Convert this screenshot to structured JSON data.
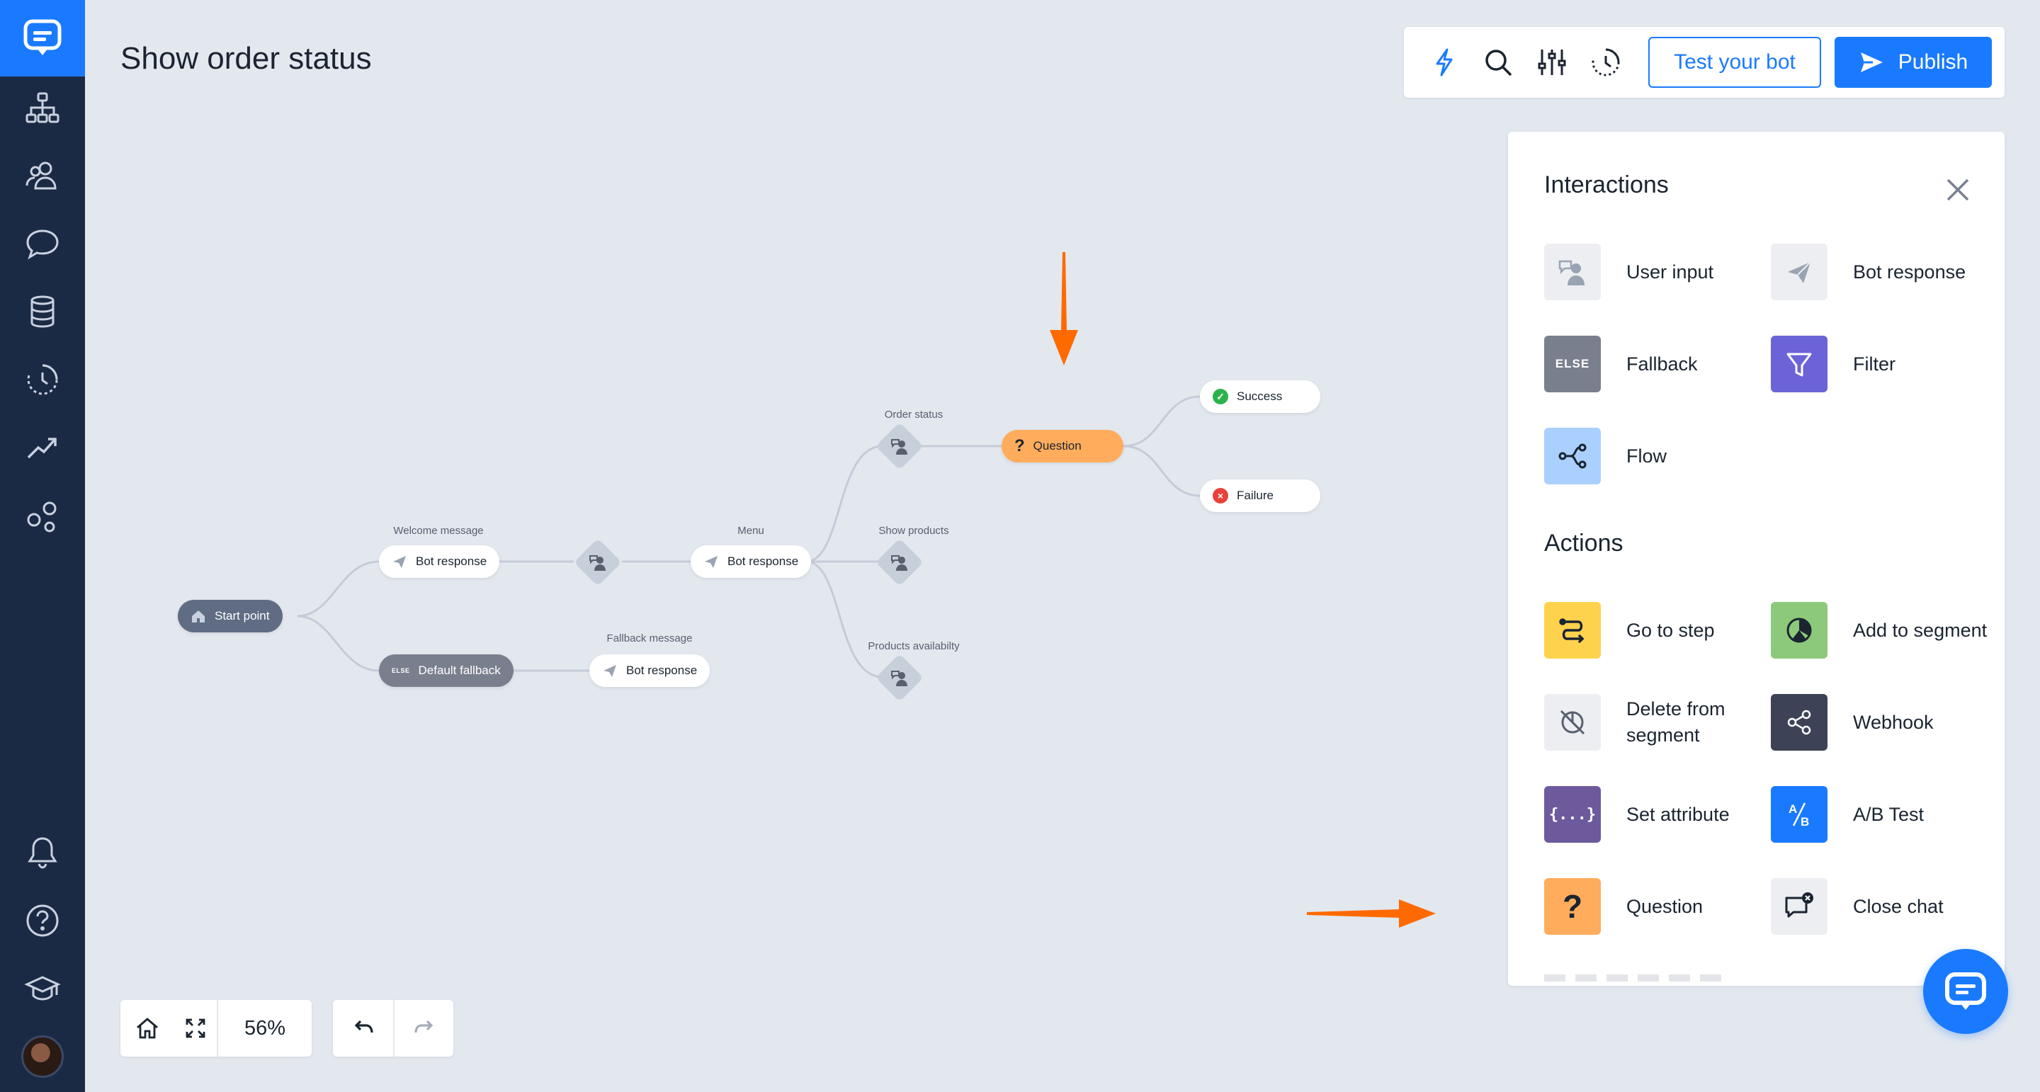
{
  "page": {
    "title": "Show order status"
  },
  "toolbar": {
    "test_label": "Test your bot",
    "publish_label": "Publish"
  },
  "nodes": {
    "start": "Start point",
    "welcome_label": "Welcome message",
    "welcome": "Bot response",
    "menu_label": "Menu",
    "menu": "Bot response",
    "order_status_label": "Order status",
    "show_products_label": "Show products",
    "products_availability_label": "Products availabilty",
    "question": "Question",
    "success": "Success",
    "failure": "Failure",
    "default_fallback": "Default fallback",
    "else_tag": "ELSE",
    "fallback_label": "Fallback message",
    "fallback_response": "Bot response"
  },
  "panel": {
    "interactions_title": "Interactions",
    "interactions": [
      {
        "label": "User input",
        "icon": "user-input-icon",
        "color": "#eceef1"
      },
      {
        "label": "Bot response",
        "icon": "paper-plane-icon",
        "color": "#eceef1"
      },
      {
        "label": "Fallback",
        "icon": "else-icon",
        "color": "#7a7f8e",
        "tag": "ELSE"
      },
      {
        "label": "Filter",
        "icon": "funnel-icon",
        "color": "#6c63d9"
      },
      {
        "label": "Flow",
        "icon": "flow-icon",
        "color": "#a9d0ff"
      }
    ],
    "actions_title": "Actions",
    "actions": [
      {
        "label": "Go to step",
        "icon": "route-icon",
        "color": "#ffd24d"
      },
      {
        "label": "Add to segment",
        "icon": "pie-icon",
        "color": "#8cc97a"
      },
      {
        "label": "Delete from segment",
        "icon": "pie-off-icon",
        "color": "#eceef1"
      },
      {
        "label": "Webhook",
        "icon": "share-icon",
        "color": "#3d4256"
      },
      {
        "label": "Set attribute",
        "icon": "braces-icon",
        "color": "#6c5a9c",
        "tag": "{...}"
      },
      {
        "label": "A/B Test",
        "icon": "ab-icon",
        "color": "#1a7aff"
      },
      {
        "label": "Question",
        "icon": "question-icon",
        "color": "#ffac5c",
        "tag": "?"
      },
      {
        "label": "Close chat",
        "icon": "close-chat-icon",
        "color": "#eceef1"
      }
    ]
  },
  "controls": {
    "zoom": "56%"
  },
  "colors": {
    "brand": "#1a7aff",
    "sidebar": "#1b2a44",
    "canvas": "#e3e8ef",
    "annotation_arrow": "#ff6a00"
  }
}
